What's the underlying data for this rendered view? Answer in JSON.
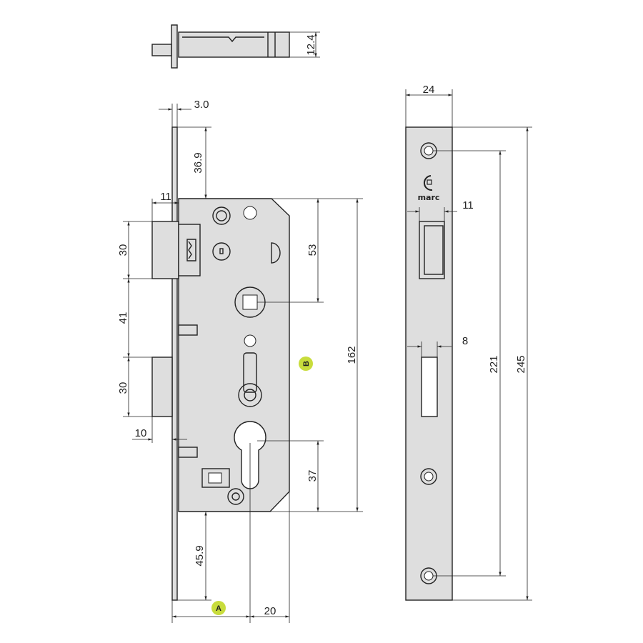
{
  "title": "Mortise lock technical drawing",
  "brand": "marc",
  "dimensions": {
    "top_thickness": "12.4",
    "faceplate_thickness": "3.0",
    "top_to_case": "36.9",
    "latch_offset": "11",
    "latch_height": "30",
    "latch_to_bolt": "41",
    "bolt_height": "30",
    "bolt_offset": "10",
    "case_to_spindle": "53",
    "case_height": "162",
    "cylinder_to_bottom": "37",
    "bottom_to_case": "45.9",
    "backset_extra": "20",
    "plate_width": "24",
    "plate_latch_width": "11",
    "plate_bolt_width": "8",
    "hole_spacing": "221",
    "plate_length": "245"
  },
  "markers": {
    "a": "A",
    "b": "B",
    "color": "#c8dc3c"
  }
}
